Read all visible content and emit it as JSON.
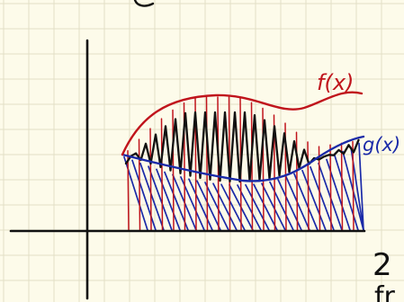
{
  "labels": {
    "f": "f(x)",
    "g": "g(x)",
    "number": "2",
    "fragment": "fr"
  },
  "colors": {
    "background": "#fdfbea",
    "grid": "#e2dfc6",
    "axes": "#111111",
    "f_curve": "#c0141c",
    "g_curve": "#1a2aa8",
    "zigzag": "#111111",
    "f_label": "#c0141c",
    "g_label": "#1a2aa8"
  }
}
